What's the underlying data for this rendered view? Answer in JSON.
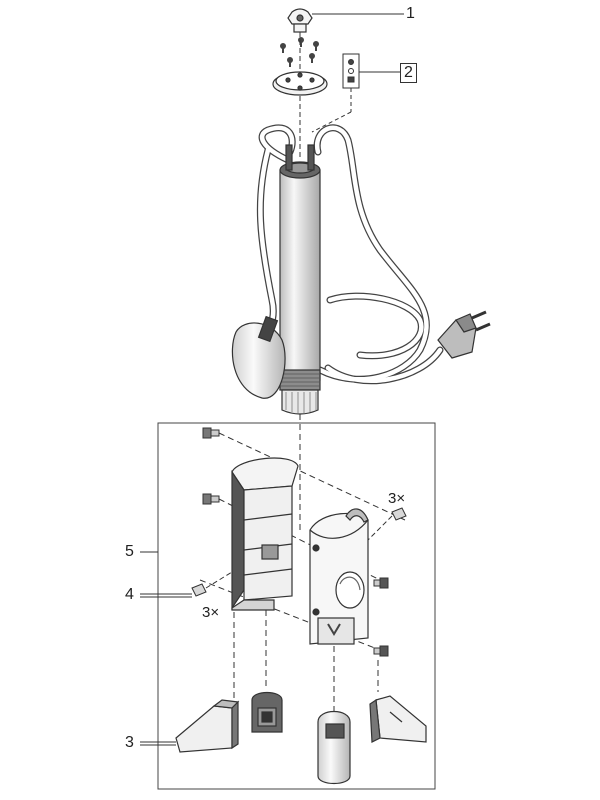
{
  "callouts": [
    {
      "number": "1"
    },
    {
      "number": "2"
    },
    {
      "number": "5"
    },
    {
      "number": "4"
    },
    {
      "number": "3"
    }
  ],
  "quantity_labels": [
    "3×",
    "3×"
  ],
  "colors": {
    "line": "#333333",
    "fill_light": "#f4f4f4",
    "fill_mid": "#d8d8d8",
    "fill_dark": "#555555"
  }
}
